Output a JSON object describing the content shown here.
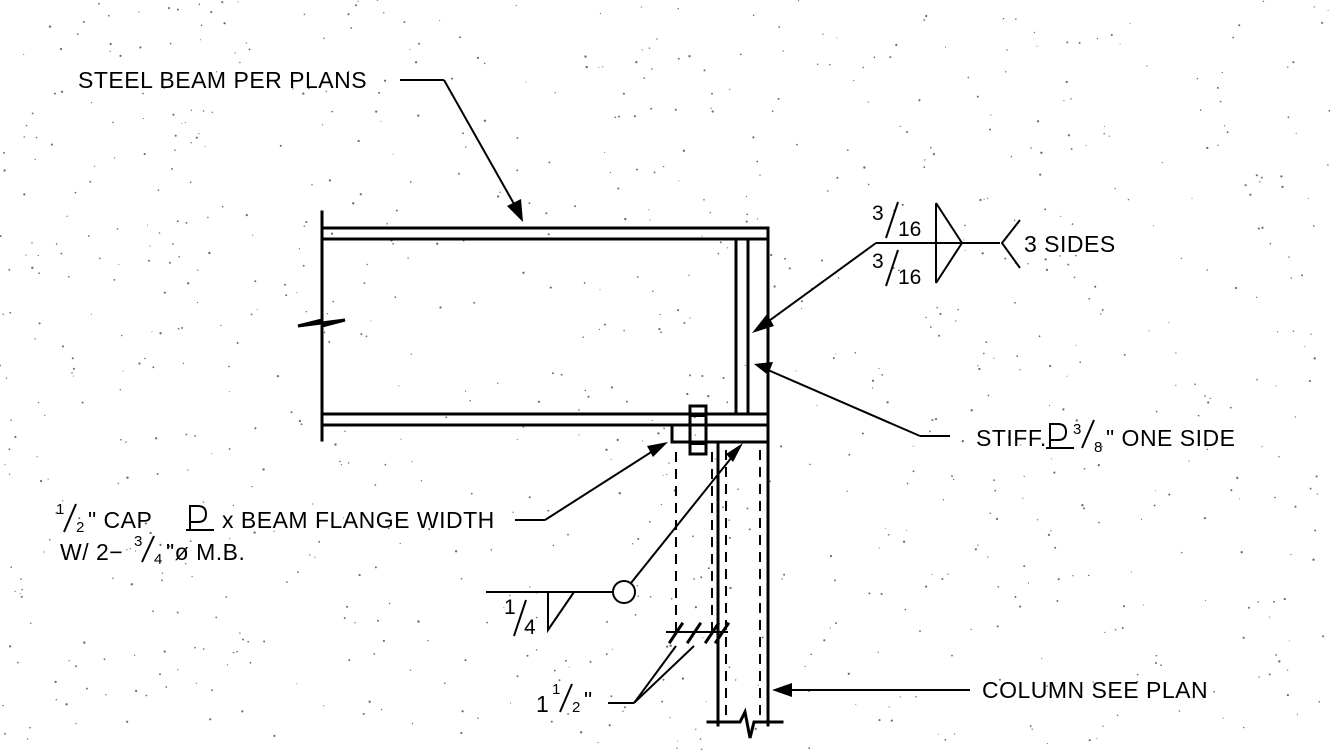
{
  "labels": {
    "steel_beam": "STEEL BEAM PER PLANS",
    "three_sides": "3 SIDES",
    "stiffener_prefix": "STIFF.",
    "stiffener_plate": "PL",
    "stiffener_suffix": "\" ONE SIDE",
    "cap_plate_text": "\" CAP",
    "cap_plate_plate": "PL",
    "cap_plate_rest": "x BEAM FLANGE WIDTH",
    "bolts_prefix": "W/ 2−",
    "bolts_suffix": "\"ø M.B.",
    "dimension_whole": "1",
    "dimension_suffix": "\"",
    "column": "COLUMN SEE PLAN"
  },
  "fractions": {
    "weld_top": {
      "num": "3",
      "den": "16"
    },
    "weld_bottom": {
      "num": "3",
      "den": "16"
    },
    "stiffener": {
      "num": "3",
      "den": "8"
    },
    "cap_plate": {
      "num": "1",
      "den": "2"
    },
    "bolts": {
      "num": "3",
      "den": "4"
    },
    "fillet_weld": {
      "num": "1",
      "den": "4"
    },
    "dimension": {
      "num": "1",
      "den": "2"
    }
  },
  "colors": {
    "ink": "#000000",
    "paper": "#ffffff"
  }
}
